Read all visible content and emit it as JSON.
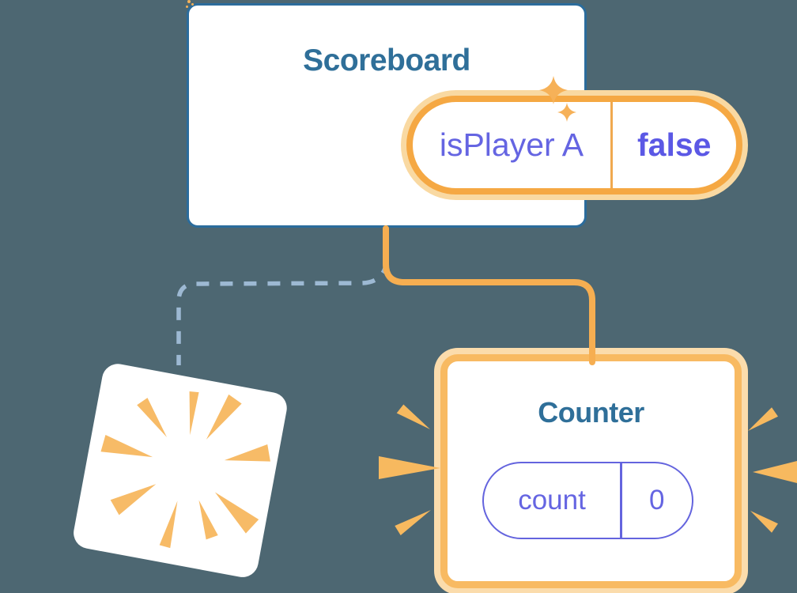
{
  "illustration": {
    "description": "Component state diagram: Scoreboard keeps state while Counter is re-added and old component is removed",
    "background_color": "#4D6772"
  },
  "scoreboard": {
    "title": "Scoreboard",
    "state": {
      "name": "isPlayer A",
      "value": "false"
    }
  },
  "counter": {
    "title": "Counter",
    "state": {
      "name": "count",
      "value": "0"
    }
  },
  "colors": {
    "card_border_blue": "#2B6C9C",
    "title_text_blue": "#2F6F99",
    "state_key_purple": "#6565E2",
    "state_value_purple": "#5B58E5",
    "pill_border_orange": "#F5A843",
    "pill_halo_orange": "#F9D9A2",
    "counter_border_orange": "#F8BA62",
    "counter_halo_orange": "#FBDCAC",
    "connector_orange": "#F6AE51",
    "dashed_connector_blue": "#9DB9D3",
    "burst_orange": "#F7BB67"
  },
  "icons": {
    "sparkles": "sparkles-icon",
    "poof_burst": "poof-burst-icon",
    "emphasis_spikes": "emphasis-spikes-icon"
  }
}
